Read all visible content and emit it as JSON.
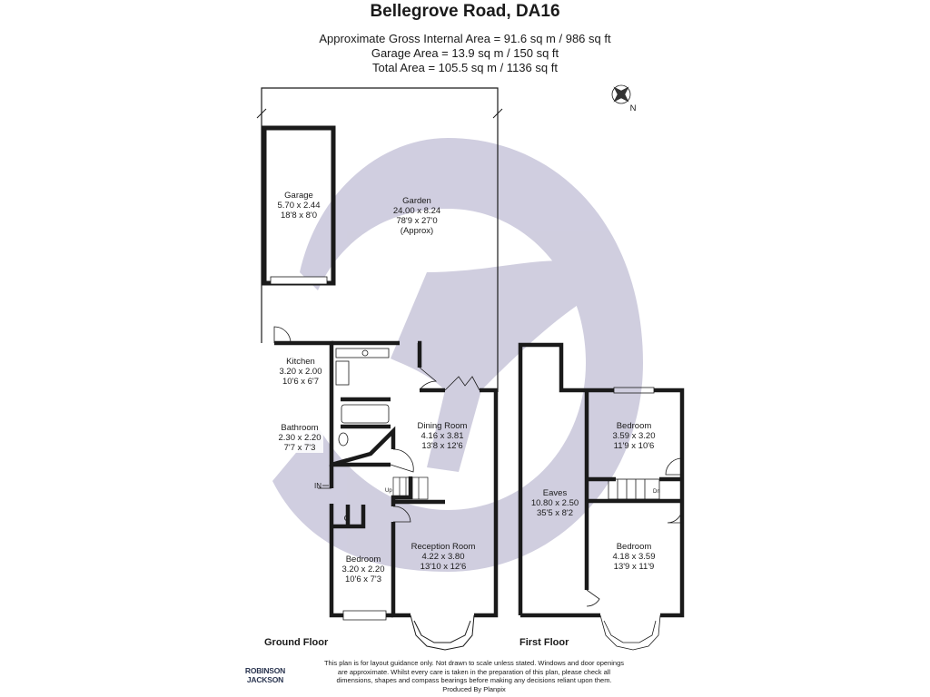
{
  "header": {
    "title": "Bellegrove Road, DA16",
    "area_lines": [
      "Approximate Gross Internal Area = 91.6 sq m / 986 sq ft",
      "Garage Area = 13.9 sq m / 150 sq ft",
      "Total Area = 105.5 sq m / 1136 sq ft"
    ]
  },
  "compass": {
    "label": "N",
    "icon": "compass-rose-icon"
  },
  "rooms": {
    "garage": {
      "name": "Garage",
      "metric": "5.70 x 2.44",
      "imperial": "18'8 x 8'0"
    },
    "garden": {
      "name": "Garden",
      "metric": "24.00 x 8.24",
      "imperial": "78'9 x 27'0",
      "note": "(Approx)"
    },
    "kitchen": {
      "name": "Kitchen",
      "metric": "3.20 x 2.00",
      "imperial": "10'6 x 6'7"
    },
    "bathroom": {
      "name": "Bathroom",
      "metric": "2.30 x 2.20",
      "imperial": "7'7 x 7'3"
    },
    "dining": {
      "name": "Dining Room",
      "metric": "4.16 x 3.81",
      "imperial": "13'8 x 12'6"
    },
    "reception": {
      "name": "Reception Room",
      "metric": "4.22 x 3.80",
      "imperial": "13'10 x 12'6"
    },
    "bedroom_ground": {
      "name": "Bedroom",
      "metric": "3.20 x 2.20",
      "imperial": "10'6 x 7'3"
    },
    "cupboard": {
      "name": "C"
    },
    "eaves": {
      "name": "Eaves",
      "metric": "10.80 x 2.50",
      "imperial": "35'5 x 8'2"
    },
    "bedroom_first_top": {
      "name": "Bedroom",
      "metric": "3.59 x 3.20",
      "imperial": "11'9 x 10'6"
    },
    "bedroom_first_bottom": {
      "name": "Bedroom",
      "metric": "4.18 x 3.59",
      "imperial": "13'9 x 11'9"
    }
  },
  "markers": {
    "entrance": "IN",
    "stairs_up": "Up",
    "stairs_down": "Dn"
  },
  "floors": {
    "ground": "Ground Floor",
    "first": "First Floor"
  },
  "logo": {
    "line1": "ROBINSON",
    "line2": "JACKSON"
  },
  "disclaimer": [
    "This plan is for layout guidance only. Not drawn to scale unless stated. Windows and door openings",
    "are approximate. Whilst every care is taken in the preparation of this plan, please check all",
    "dimensions, shapes and compass bearings before making any decisions reliant upon them.",
    "Produced By Planpix"
  ],
  "colors": {
    "wall": "#1a1a1a",
    "watermark": "#c8c6da",
    "paper": "#ffffff"
  }
}
